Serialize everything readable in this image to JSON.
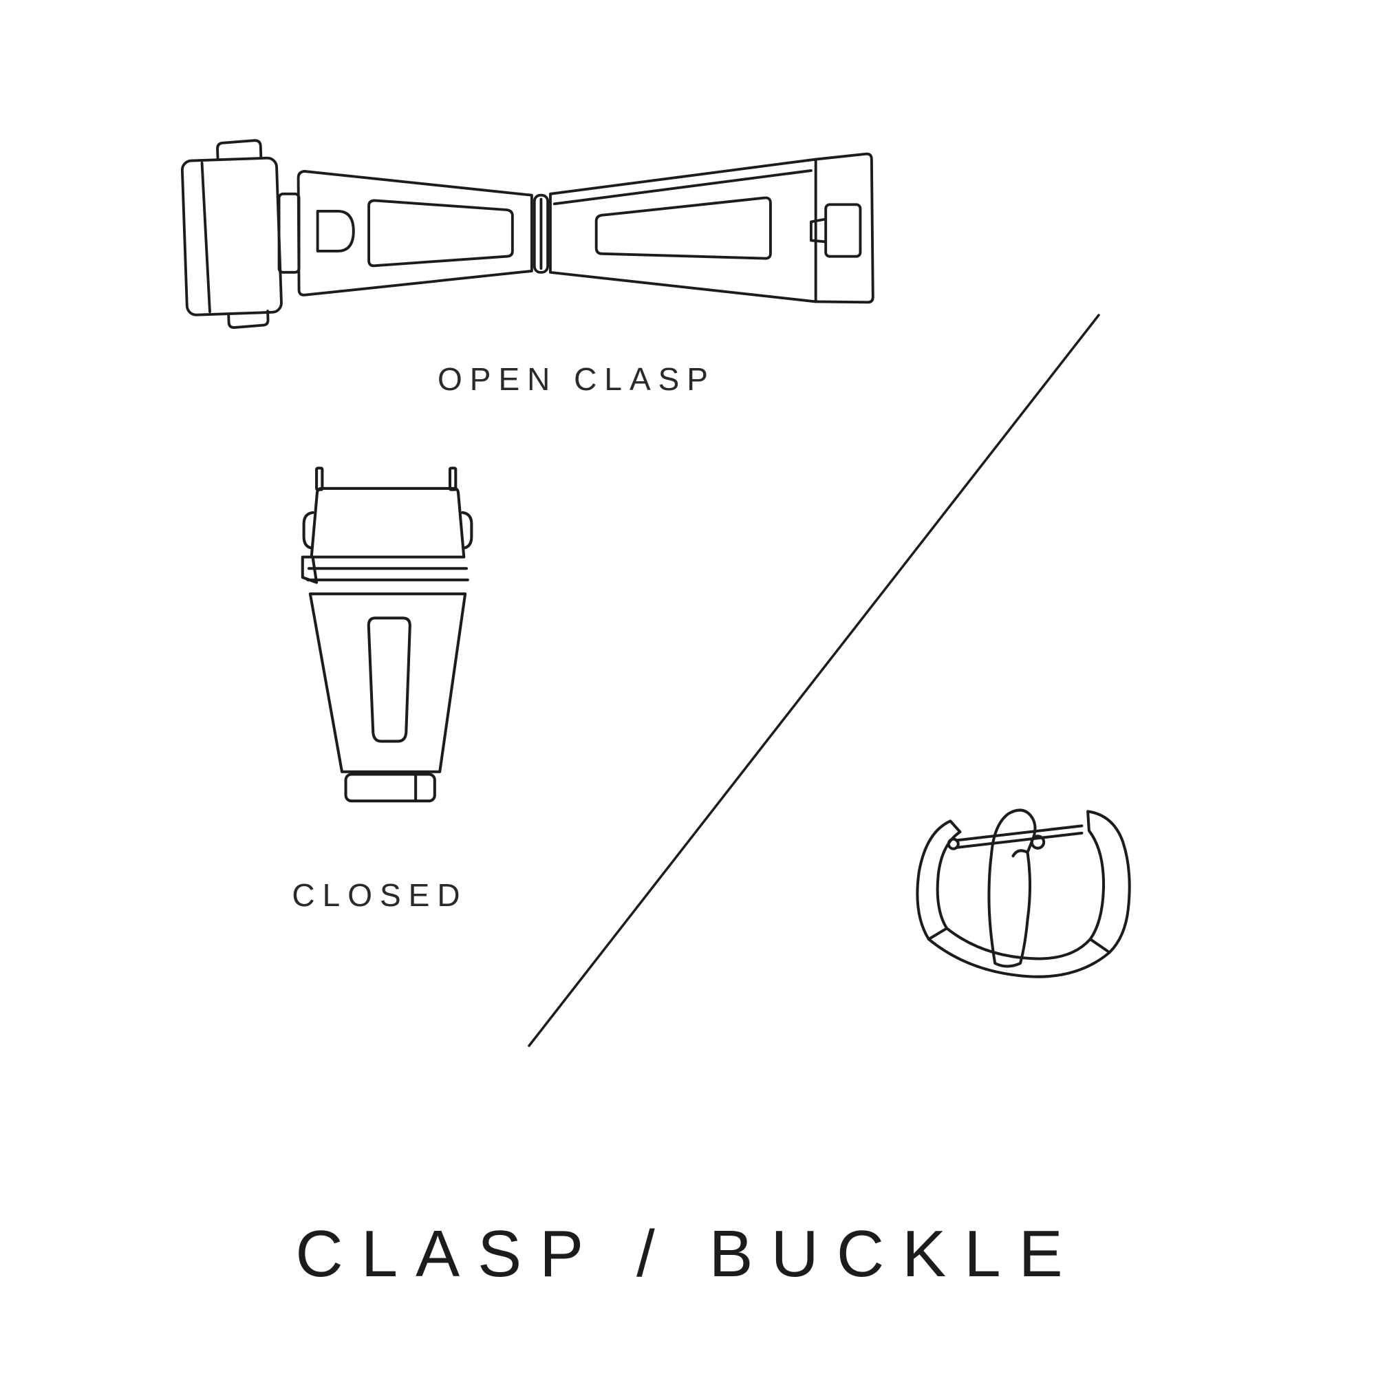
{
  "page": {
    "background_color": "#ffffff",
    "ink_color": "#1c1c1c",
    "title": "CLASP / BUCKLE"
  },
  "figures": {
    "open_clasp": {
      "icon": "open-clasp-illustration",
      "label": "OPEN CLASP"
    },
    "closed_clasp": {
      "icon": "closed-clasp-illustration",
      "label": "CLOSED"
    },
    "buckle": {
      "icon": "buckle-illustration",
      "label": ""
    },
    "divider": {
      "icon": "diagonal-divider-line"
    }
  }
}
